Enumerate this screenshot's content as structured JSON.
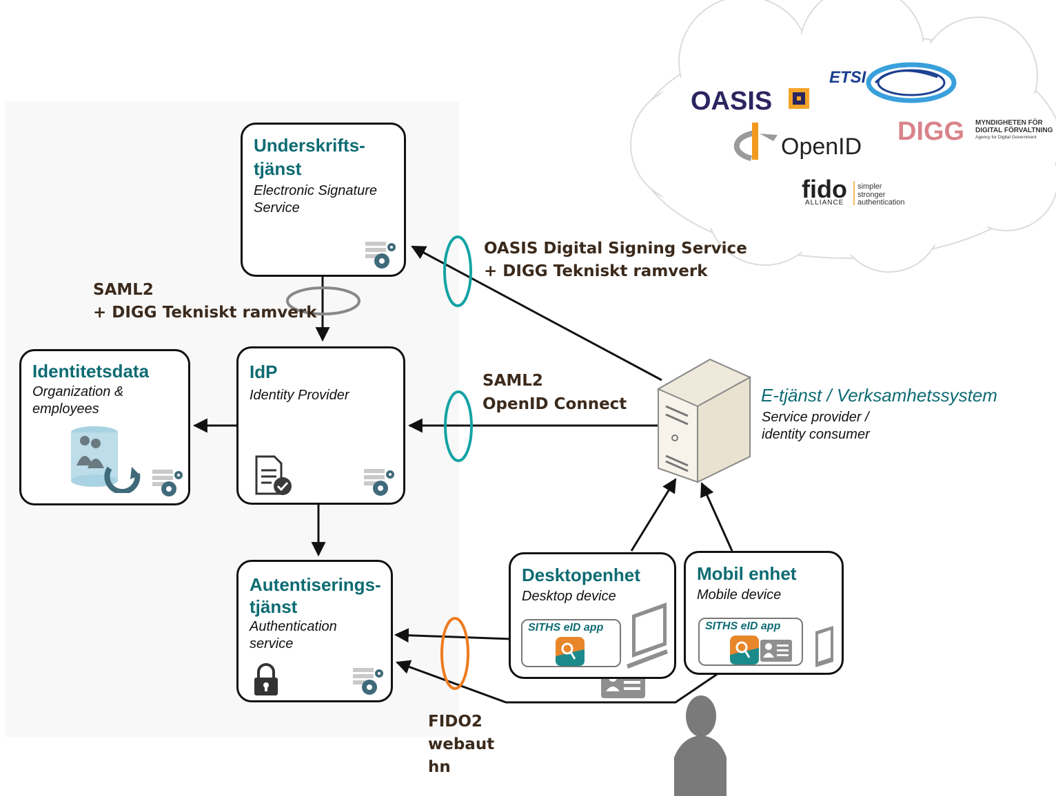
{
  "boxes": {
    "signature": {
      "title_line1": "Underskrifts-",
      "title_line2": "tjänst",
      "subtitle_line1": "Electronic Signature",
      "subtitle_line2": "Service"
    },
    "idp": {
      "title": "IdP",
      "subtitle": "Identity Provider"
    },
    "identity_data": {
      "title": "Identitetsdata",
      "subtitle_line1": "Organization &",
      "subtitle_line2": "employees"
    },
    "auth": {
      "title_line1": "Autentiserings-",
      "title_line2": "tjänst",
      "subtitle_line1": "Authentication",
      "subtitle_line2": "service"
    },
    "desktop": {
      "title": "Desktopenhet",
      "subtitle": "Desktop device",
      "app_label": "SITHS eID app"
    },
    "mobile": {
      "title": "Mobil enhet",
      "subtitle": "Mobile device",
      "app_label": "SITHS eID app"
    }
  },
  "service": {
    "title": "E-tjänst / Verksamhetssystem",
    "subtitle_line1": "Service provider /",
    "subtitle_line2": "identity consumer"
  },
  "protocols": {
    "saml_digg": {
      "line1": "SAML2",
      "line2": "+ DIGG Tekniskt ramverk"
    },
    "oasis": {
      "line1": "OASIS Digital Signing Service",
      "line2": "+ DIGG Tekniskt ramverk"
    },
    "saml_oidc": {
      "line1": "SAML2",
      "line2": "OpenID Connect"
    },
    "fido": {
      "line1": "FIDO2",
      "line2": "webaut",
      "line3": "hn"
    }
  },
  "logos": {
    "oasis": "OASIS",
    "etsi": "ETSI",
    "openid": "OpenID",
    "digg_word": "DIGG",
    "digg_line1": "MYNDIGHETEN FÖR",
    "digg_line2": "DIGITAL FÖRVALTNING",
    "digg_line3": "Agency for Digital Government",
    "fido_word": "fido",
    "fido_alliance": "ALLIANCE",
    "fido_tag1": "simpler",
    "fido_tag2": "stronger",
    "fido_tag3": "authentication"
  },
  "colors": {
    "teal": "#0e6b73",
    "oval_teal": "#14a3a5",
    "oval_orange": "#ee7b1e",
    "oval_gray": "#888888",
    "protocol_text": "#3b2a1c"
  }
}
